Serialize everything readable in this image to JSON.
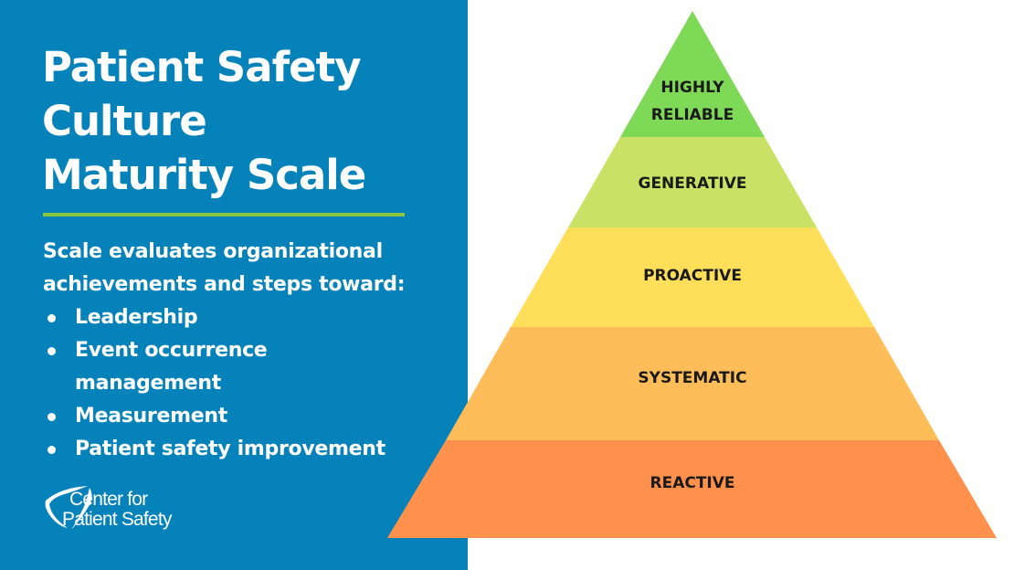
{
  "title": {
    "lines": [
      "Patient Safety",
      "Culture",
      "Maturity Scale"
    ]
  },
  "intro": {
    "lines": [
      "Scale evaluates organizational",
      "achievements and steps toward:"
    ]
  },
  "bullets": [
    {
      "lines": [
        "Leadership"
      ]
    },
    {
      "lines": [
        "Event occurrence",
        "management"
      ]
    },
    {
      "lines": [
        "Measurement"
      ]
    },
    {
      "lines": [
        "Patient safety improvement"
      ]
    }
  ],
  "logo": {
    "icon": "swoosh-triangle-icon",
    "lines": [
      "Center for",
      "Patient Safety"
    ]
  },
  "colors": {
    "panel": "#0582b9",
    "rule": "#8cc63f",
    "highly_reliable": "#7ed957",
    "generative": "#c9e265",
    "proactive": "#ffde59",
    "systematic": "#ffbd59",
    "reactive": "#ff914d"
  },
  "pyramid": {
    "levels": [
      {
        "label_lines": [
          "HIGHLY",
          "RELIABLE"
        ],
        "color": "#7ed957"
      },
      {
        "label_lines": [
          "GENERATIVE"
        ],
        "color": "#c9e265"
      },
      {
        "label_lines": [
          "PROACTIVE"
        ],
        "color": "#ffde59"
      },
      {
        "label_lines": [
          "SYSTEMATIC"
        ],
        "color": "#ffbd59"
      },
      {
        "label_lines": [
          "REACTIVE"
        ],
        "color": "#ff914d"
      }
    ]
  }
}
